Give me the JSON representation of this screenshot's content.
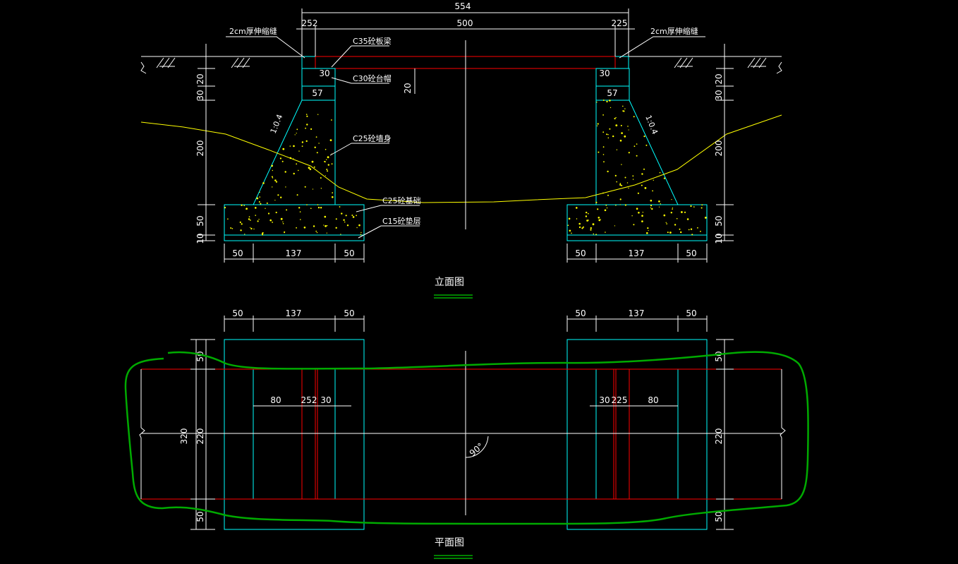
{
  "colors": {
    "background": "#000000",
    "outline": "#00ffff",
    "deck": "#ff0000",
    "dimension": "#ffffff",
    "ground_line": "#ffff00",
    "highlight": "#00aa00",
    "title_underline": "#00ff00"
  },
  "elevation": {
    "title": "立面图",
    "total_span": "554",
    "net_span": "500",
    "left_gap": "252",
    "right_gap": "225",
    "joint_left": "2cm厚伸缩缝",
    "joint_right": "2cm厚伸缩缝",
    "seat_left": "30",
    "seat_right": "30",
    "cap_width_left": "57",
    "cap_width_right": "57",
    "beam_height": "20",
    "slope_left": "1:0.4",
    "slope_right": "1:0.4",
    "materials": {
      "beam": "C35砼板梁",
      "cap": "C30砼台帽",
      "body": "C25砼墙身",
      "footing": "C25砼基础",
      "cushion": "C15砼垫层"
    },
    "left_heights": [
      "20",
      "30",
      "200",
      "50",
      "10"
    ],
    "right_heights": [
      "20",
      "30",
      "200",
      "50",
      "10"
    ],
    "base_dims_left": [
      "50",
      "137",
      "50"
    ],
    "base_dims_right": [
      "50",
      "137",
      "50"
    ]
  },
  "plan": {
    "title": "平面图",
    "top_dims_left": [
      "50",
      "137",
      "50"
    ],
    "top_dims_right": [
      "50",
      "137",
      "50"
    ],
    "inner_dims_left": [
      "80",
      "252",
      "30"
    ],
    "inner_dims_right": [
      "30",
      "225",
      "80"
    ],
    "left_total": "320",
    "left_mid": "220",
    "left_top": "50",
    "left_bottom": "50",
    "right_mid": "220",
    "right_top": "50",
    "right_bottom": "50",
    "angle": "90°"
  }
}
